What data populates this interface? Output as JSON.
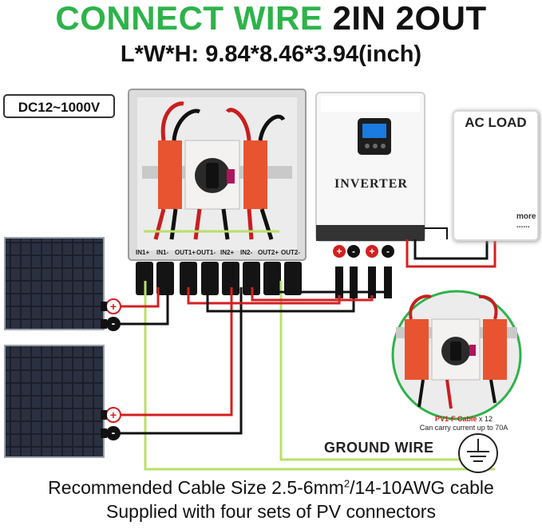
{
  "header": {
    "title_green": "CONNECT WIRE",
    "title_black": "2IN 2OUT",
    "dimensions": "L*W*H: 9.84*8.46*3.94(inch)"
  },
  "voltage_badge": "DC12~1000V",
  "ac_load": {
    "title": "AC LOAD",
    "more_label": "more",
    "more_dots": "......"
  },
  "inverter": {
    "label": "INVERTER"
  },
  "terminals": [
    "IN1+",
    "IN1-",
    "OUT1+",
    "OUT1-",
    "IN2+",
    "IN2-",
    "OUT2+",
    "OUT2-"
  ],
  "cable": {
    "name": "PV1-F Cable",
    "count": "x 12",
    "note": "Can carry current up to 70A"
  },
  "ground": {
    "label": "GROUND WIRE"
  },
  "footer": {
    "cable_size_pre": "Recommended Cable Size 2.5-6mm",
    "cable_size_sup": "2",
    "cable_size_post": "/14-10AWG cable",
    "connectors": "Supplied with four sets of PV connectors"
  },
  "colors": {
    "accent_green": "#2db34a",
    "positive_red": "#d42020",
    "negative_black": "#111111",
    "ground_green": "#b8e06a",
    "breaker_orange": "#e8542f"
  },
  "icons": [
    "plus-icon",
    "minus-icon",
    "ground-icon"
  ]
}
